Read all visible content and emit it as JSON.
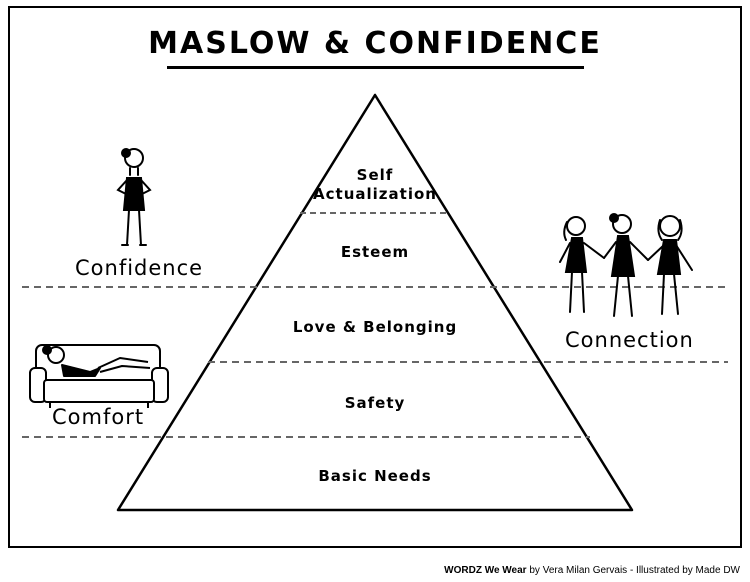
{
  "title": "MASLOW & CONFIDENCE",
  "pyramid": {
    "levels": [
      {
        "line1": "Self",
        "line2": "Actualization"
      },
      {
        "line1": "Esteem"
      },
      {
        "line1": "Love & Belonging"
      },
      {
        "line1": "Safety"
      },
      {
        "line1": "Basic Needs"
      }
    ]
  },
  "side_labels": {
    "confidence": "Confidence",
    "comfort": "Comfort",
    "connection": "Connection"
  },
  "credit": {
    "brand": "WORDZ We Wear",
    "rest": " by Vera Milan Gervais - Illustrated by Made DW"
  }
}
